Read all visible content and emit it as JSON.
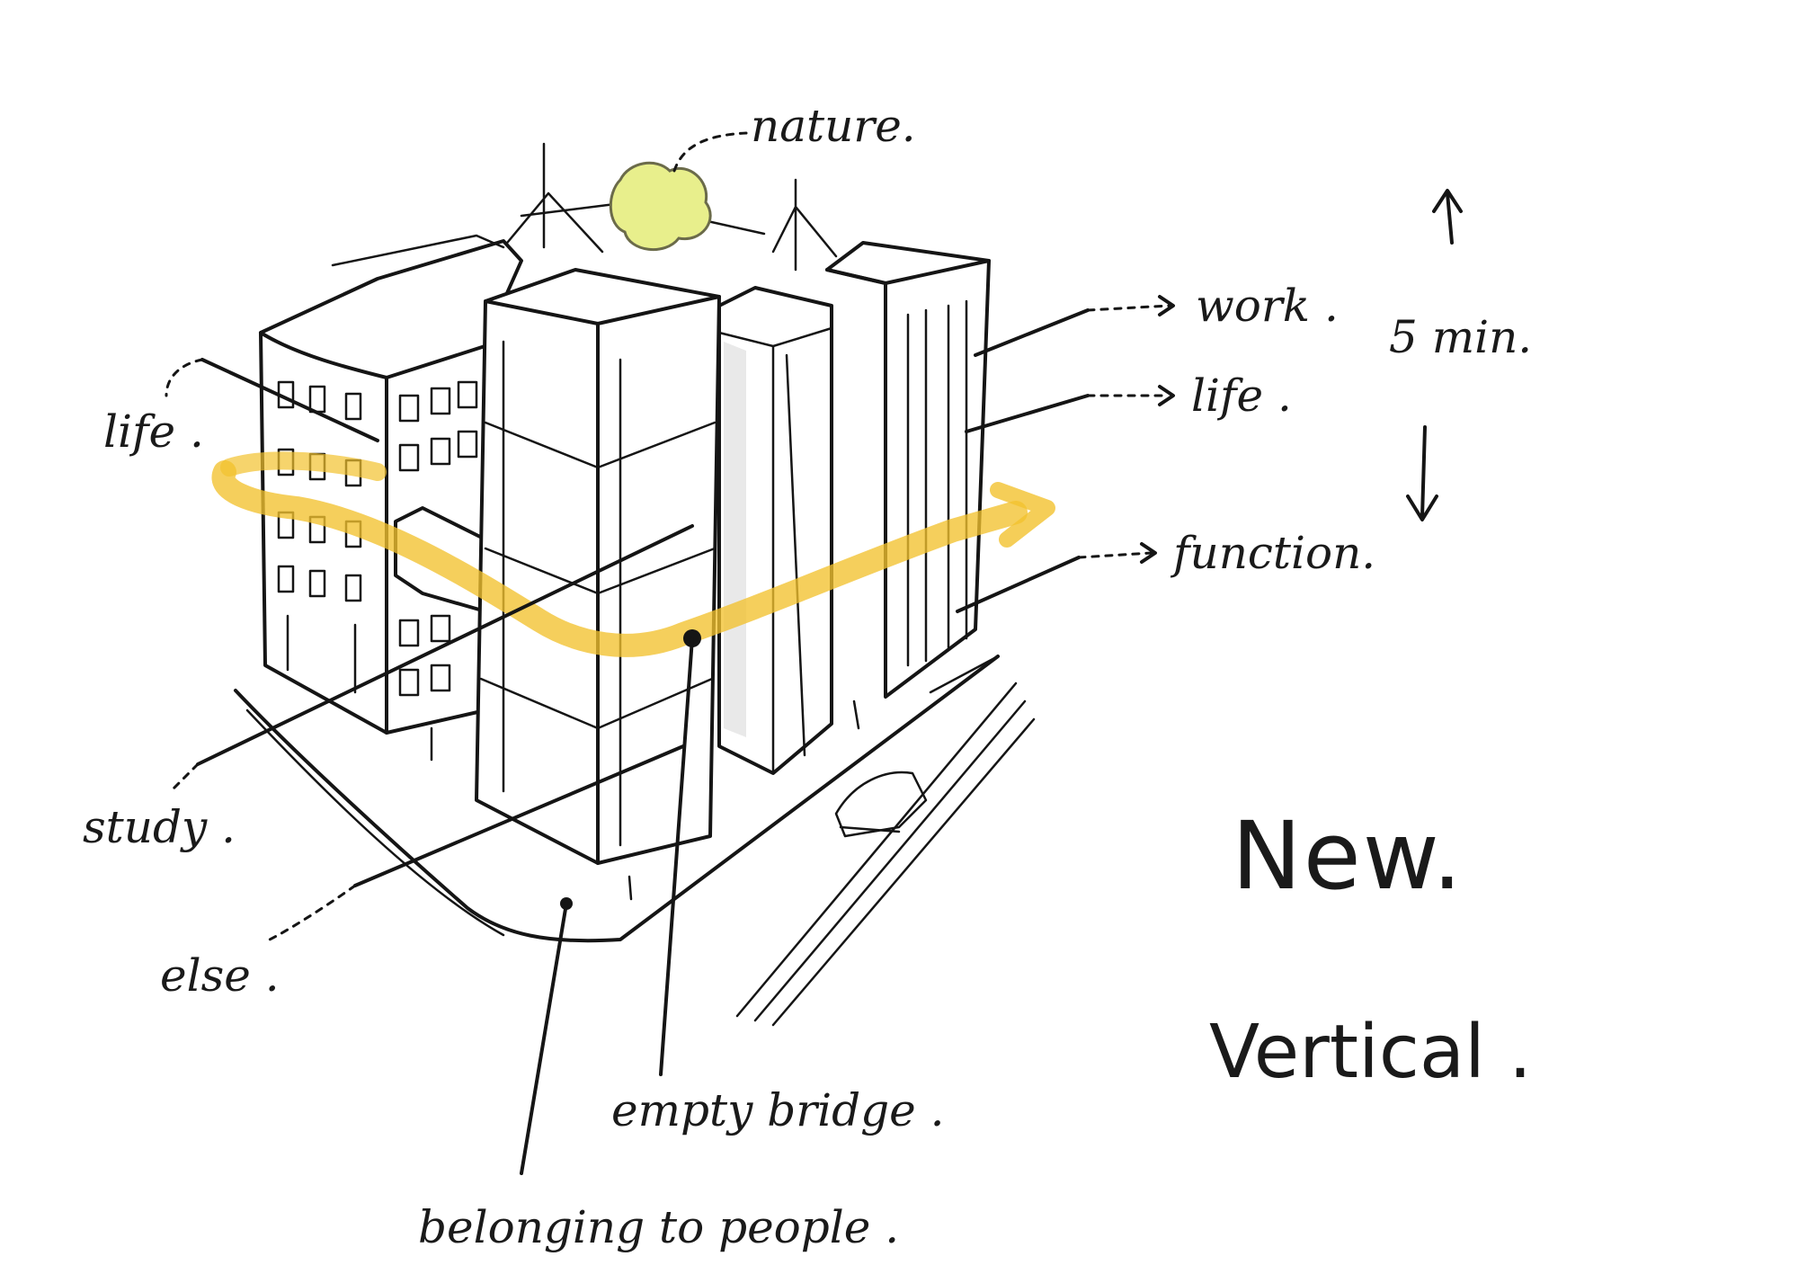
{
  "labels": {
    "nature": "nature.",
    "work": "work .",
    "life_right": "life .",
    "function": "function.",
    "duration": "5 min.",
    "life_left": "life .",
    "study": "study .",
    "else": "else .",
    "empty_bridge": "empty bridge .",
    "belonging": "belonging to people .",
    "new": "New.",
    "vertical": "Vertical ."
  },
  "colors": {
    "ink": "#151515",
    "highlight": "#f2c22e",
    "nature_blob": "#e8ef8c",
    "paper": "#ffffff"
  },
  "icons": {
    "up_arrow": "arrow-up-icon",
    "down_arrow": "arrow-down-icon"
  }
}
